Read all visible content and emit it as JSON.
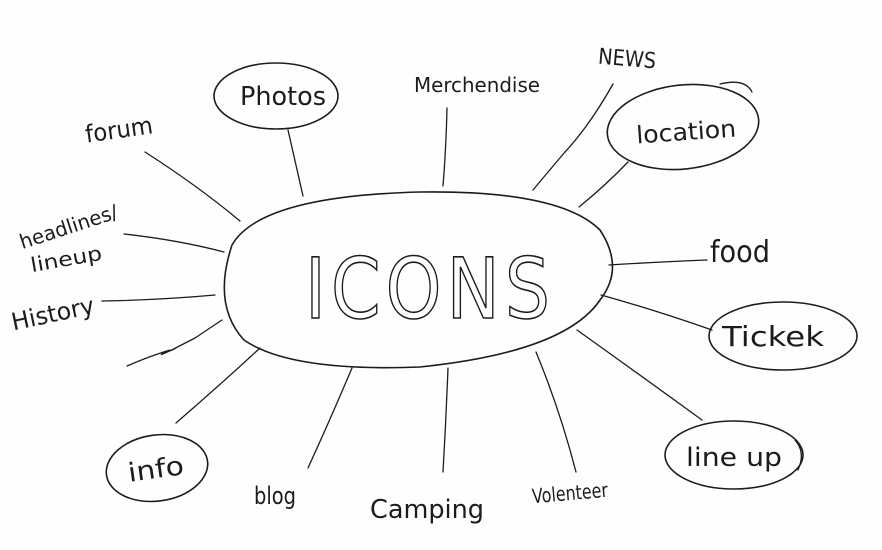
{
  "center": {
    "label": "ICONS"
  },
  "nodes": [
    {
      "key": "photos",
      "label": "Photos",
      "circled": true
    },
    {
      "key": "merchandise",
      "label": "Merchendise",
      "circled": false
    },
    {
      "key": "news",
      "label": "NEWS",
      "circled": false
    },
    {
      "key": "location",
      "label": "location",
      "circled": true
    },
    {
      "key": "forum",
      "label": "forum",
      "circled": false
    },
    {
      "key": "headlines",
      "label": "headlines/",
      "circled": false
    },
    {
      "key": "lineup_left",
      "label": "lineup",
      "circled": false
    },
    {
      "key": "history",
      "label": "History",
      "circled": false
    },
    {
      "key": "food",
      "label": "food",
      "circled": false
    },
    {
      "key": "ticket",
      "label": "Tickek",
      "circled": true
    },
    {
      "key": "lineup_right",
      "label": "line up",
      "circled": true
    },
    {
      "key": "info",
      "label": "info",
      "circled": true
    },
    {
      "key": "blog",
      "label": "blog",
      "circled": false
    },
    {
      "key": "camping",
      "label": "Camping",
      "circled": false
    },
    {
      "key": "volunteer",
      "label": "Volenteer",
      "circled": false
    }
  ],
  "colors": {
    "ink": "#1c1c1c",
    "paper": "#fefefe"
  }
}
